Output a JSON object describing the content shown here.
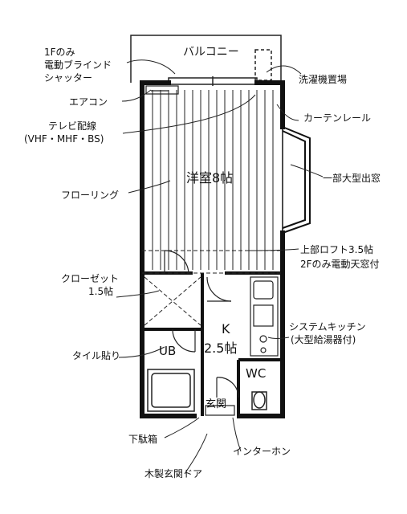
{
  "labels": {
    "oneF_only": "1Fのみ",
    "blind": "電動ブラインド",
    "shutter": "シャッター",
    "balcony": "バルコニー",
    "laundry": "洗濯機置場",
    "aircon": "エアコン",
    "tv1": "テレビ配線",
    "tv2": "(VHF・MHF・BS)",
    "curtain": "カーテンレール",
    "window": "一部大型出窓",
    "flooring": "フローリング",
    "loft1": "上部ロフト3.5帖",
    "loft2": "2Fのみ電動天窓付",
    "closet1": "クローゼット",
    "closet2": "1.5帖",
    "kitchen1": "システムキッチン",
    "kitchen2": "(大型給湯器付)",
    "tile": "タイル貼り",
    "shoebox": "下駄箱",
    "intercom": "インターホン",
    "door": "木製玄関ドア"
  },
  "rooms": {
    "western": "洋室8帖",
    "k": "K",
    "k_size": "2.5帖",
    "ub": "UB",
    "wc": "WC",
    "entrance": "玄関"
  }
}
